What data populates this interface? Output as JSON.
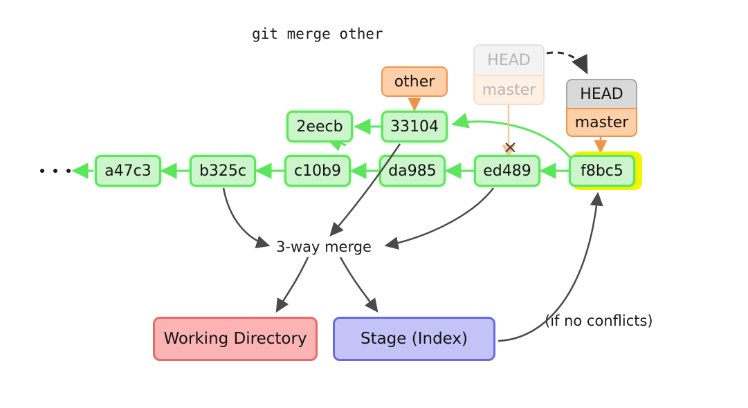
{
  "title": "git merge other",
  "colors": {
    "commit_fill": "#ccf5cc",
    "commit_border": "#5ce65c",
    "branch_fill": "#ffd0a8",
    "branch_border": "#f0934a",
    "head_fill": "#d9d9d9",
    "head_border": "#a6a6a6",
    "highlight": "#f5f500",
    "working_dir_fill": "#fbb3b3",
    "working_dir_border": "#e96a6a",
    "stage_fill": "#c3c3f7",
    "stage_border": "#6a6ae0",
    "arrow_dark": "#4a4a4a",
    "arrow_green": "#5ce65c",
    "arrow_orange": "#f0934a"
  },
  "commits": {
    "ellipsis": "• • •",
    "a47c3": "a47c3",
    "b325c": "b325c",
    "c10b9": "c10b9",
    "da985": "da985",
    "ed489": "ed489",
    "f8bc5": "f8bc5",
    "2eecb": "2eecb",
    "33104": "33104"
  },
  "refs": {
    "other_branch": "other",
    "head_label": "HEAD",
    "master_label": "master",
    "ghost_head_label": "HEAD",
    "ghost_master_label": "master"
  },
  "merge": {
    "label": "3-way merge",
    "working_directory": "Working Directory",
    "stage_index": "Stage (Index)",
    "conflict_note": "(if no conflicts)",
    "cross_mark": "×"
  }
}
